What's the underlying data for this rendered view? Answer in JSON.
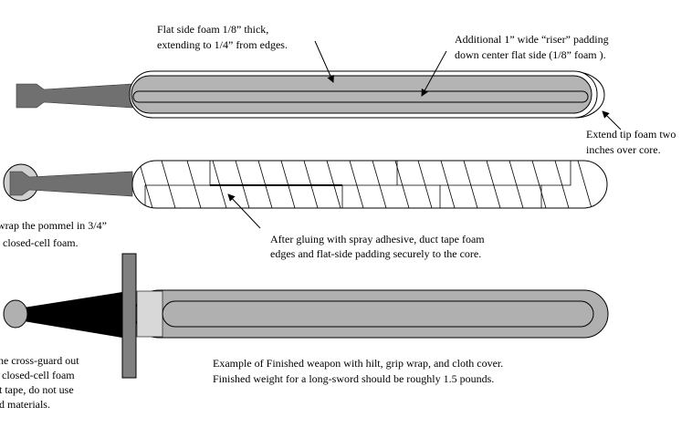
{
  "sword1": {
    "note_flat_side": [
      "Flat side foam 1/8” thick,",
      "extending to 1/4” from edges."
    ],
    "note_riser": [
      "Additional  1” wide “riser” padding",
      "down center flat side (1/8” foam )."
    ],
    "note_tip": [
      "Extend tip foam two",
      "inches over core."
    ]
  },
  "sword2": {
    "note_pommel": [
      "wrap the pommel in 3/4”",
      "closed-cell  foam."
    ],
    "note_tape": [
      "After gluing with spray adhesive, duct tape foam",
      "edges and  flat-side padding securely to the core."
    ]
  },
  "sword3": {
    "note_crossguard": [
      "he cross-guard out",
      "closed-cell foam",
      "t tape, do not use",
      "d materials."
    ],
    "note_finished": [
      "Example of Finished weapon with hilt, grip wrap, and cloth cover.",
      "Finished weight for a long-sword should be roughly 1.5 pounds."
    ]
  },
  "colors": {
    "core": "#707070",
    "foam": "#b4b4b4",
    "guard": "#808080",
    "grip": "#000000"
  }
}
